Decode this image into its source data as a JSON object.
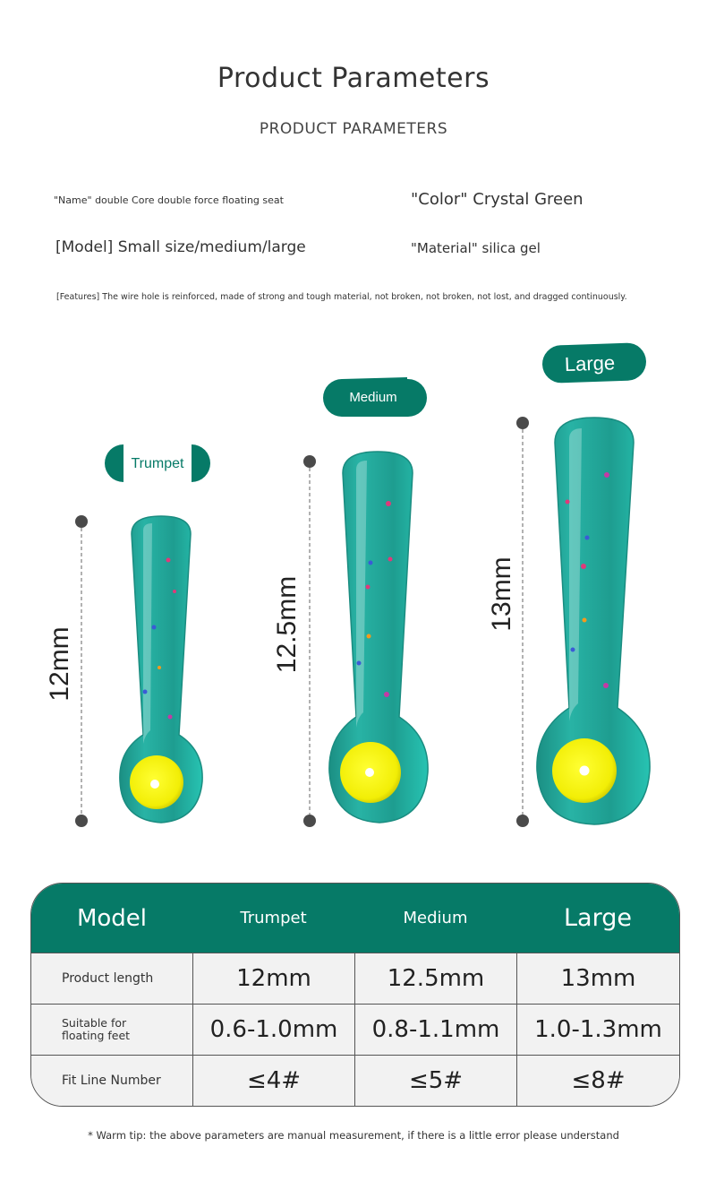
{
  "header": {
    "title": "Product Parameters",
    "subtitle": "PRODUCT PARAMETERS"
  },
  "params": {
    "name": "\"Name\" double Core double force floating seat",
    "color": "\"Color\" Crystal Green",
    "model": "[Model] Small size/medium/large",
    "material": "\"Material\" silica gel",
    "features": "[Features] The wire hole is reinforced, made of strong and tough material, not broken, not broken, not lost, and dragged continuously."
  },
  "sizes": [
    {
      "label": "Trumpet",
      "length": "12mm"
    },
    {
      "label": "Medium",
      "length": "12.5mm"
    },
    {
      "label": "Large",
      "length": "13mm"
    }
  ],
  "table": {
    "header": [
      "Model",
      "Trumpet",
      "Medium",
      "Large"
    ],
    "rows": [
      {
        "label": "Product length",
        "values": [
          "12mm",
          "12.5mm",
          "13mm"
        ]
      },
      {
        "label_line1": "Suitable for",
        "label_line2": "floating feet",
        "values": [
          "0.6-1.0mm",
          "0.8-1.1mm",
          "1.0-1.3mm"
        ]
      },
      {
        "label": "Fit Line Number",
        "values": [
          "≤4#",
          "≤5#",
          "≤8#"
        ]
      }
    ]
  },
  "tip": "* Warm tip: the above parameters are manual measurement, if there is a little error please understand",
  "colors": {
    "accent": "#067a67",
    "body": "#1fa89a",
    "ring": "#f2f007",
    "text": "#333333"
  }
}
